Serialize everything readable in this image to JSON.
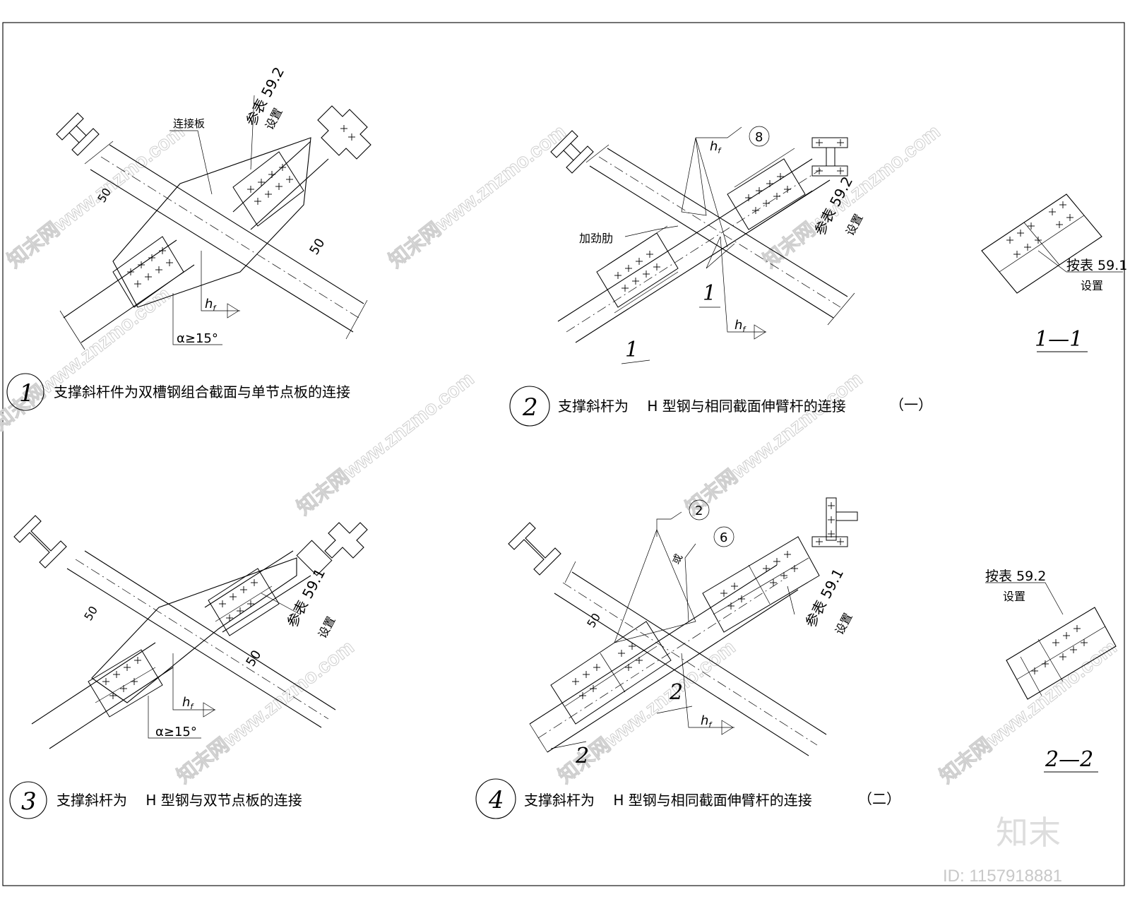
{
  "details": [
    {
      "number": "1",
      "title": "支撑斜杆件为双槽钢组合截面与单节点板的连接",
      "labels": {
        "plate": "连接板",
        "table_ref": "参表 59.2",
        "table_ref_2": "设置",
        "dim_a": "50",
        "dim_b": "50",
        "weld": "h",
        "weld_sub": "f",
        "angle": "α≥15°"
      }
    },
    {
      "number": "2",
      "title": "支撑斜杆为　 H 型钢与相同截面伸臂杆的连接",
      "suffix": "（一）",
      "labels": {
        "weld": "h",
        "weld_sub": "f",
        "weld_num": "8",
        "stiffener": "加劲肋",
        "table_ref": "参表 59.2",
        "table_ref_2": "设置",
        "cut_a": "1",
        "cut_b": "1",
        "weld2": "h",
        "weld2_sub": "f"
      }
    },
    {
      "number": "3",
      "title": "支撑斜杆为　 H 型钢与双节点板的连接",
      "labels": {
        "dim_a": "50",
        "dim_b": "50",
        "table_ref": "参表 59.1",
        "table_ref_2": "设置",
        "weld": "h",
        "weld_sub": "f",
        "angle": "α≥15°"
      }
    },
    {
      "number": "4",
      "title": "支撑斜杆为　 H 型钢与相同截面伸臂杆的连接",
      "suffix": "（二）",
      "labels": {
        "weld_num_a": "2",
        "weld_num_b": "6",
        "weld_mark": "或",
        "dim_a": "50",
        "table_ref": "参表 59.1",
        "table_ref_2": "设置",
        "cut_a": "2",
        "cut_b": "2",
        "weld": "h",
        "weld_sub": "f"
      }
    }
  ],
  "sections": [
    {
      "title": "1—1",
      "note": "按表 59.1",
      "note_2": "设置"
    },
    {
      "title": "2—2",
      "note": "按表 59.2",
      "note_2": "设置"
    }
  ],
  "watermark": {
    "text": "知末网www.znzmo.com",
    "brand": "知末",
    "id": "ID: 1157918881"
  }
}
